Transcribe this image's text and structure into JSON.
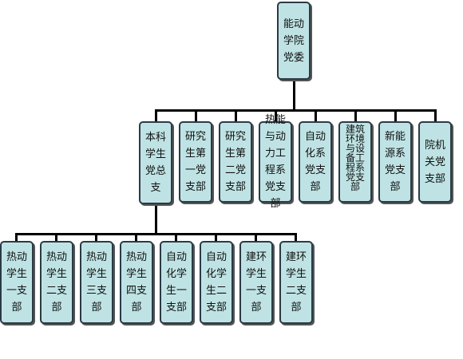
{
  "root": {
    "lines": [
      "能动",
      "学院",
      "党委"
    ]
  },
  "level1": [
    {
      "lines": [
        "本科",
        "学生",
        "党总",
        "支"
      ]
    },
    {
      "lines": [
        "研究",
        "生第",
        "一党",
        "支部"
      ]
    },
    {
      "lines": [
        "研究",
        "生第",
        "二党",
        "支部"
      ]
    },
    {
      "lines": [
        "热能",
        "与动",
        "力工",
        "程系",
        "党支",
        "部"
      ]
    },
    {
      "lines": [
        "自动",
        "化系",
        "党支",
        "部"
      ]
    },
    {
      "lines": [
        "建筑",
        "环境",
        "与设",
        "备工",
        "程系",
        "党支",
        "部"
      ]
    },
    {
      "lines": [
        "新能",
        "源系",
        "党支",
        "部"
      ]
    },
    {
      "lines": [
        "院机",
        "关党",
        "支部"
      ]
    }
  ],
  "level2": [
    {
      "lines": [
        "热动",
        "学生",
        "一支",
        "部"
      ]
    },
    {
      "lines": [
        "热动",
        "学生",
        "二支",
        "部"
      ]
    },
    {
      "lines": [
        "热动",
        "学生",
        "三支",
        "部"
      ]
    },
    {
      "lines": [
        "热动",
        "学生",
        "四支",
        "部"
      ]
    },
    {
      "lines": [
        "自动",
        "化学",
        "生一",
        "支部"
      ]
    },
    {
      "lines": [
        "自动",
        "化学",
        "生二",
        "支部"
      ]
    },
    {
      "lines": [
        "建环",
        "学生",
        "一支",
        "部"
      ]
    },
    {
      "lines": [
        "建环",
        "学生",
        "二支",
        "部"
      ]
    }
  ]
}
